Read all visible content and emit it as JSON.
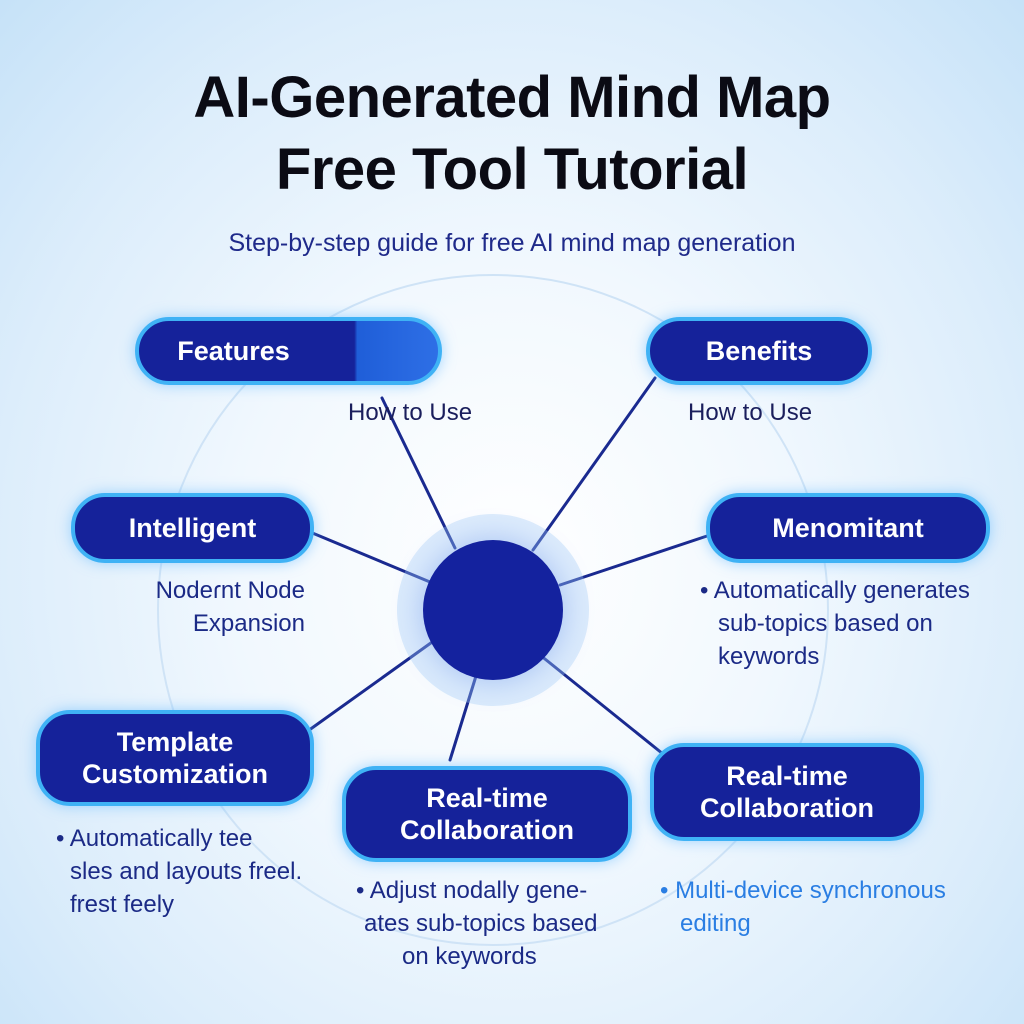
{
  "title": {
    "line1": "AI-Generated Mind Map",
    "line2": "Free Tool Tutorial"
  },
  "subtitle": "Step-by-step guide for free AI mind map generation",
  "colors": {
    "node_fill": "#15229a",
    "node_border": "#3fb2f5",
    "hub_fill": "#14229e",
    "link": "#1a2a90",
    "cyan_text": "#2a7ee3"
  },
  "nodes": {
    "features": {
      "lines": [
        "Features"
      ]
    },
    "benefits": {
      "lines": [
        "Benefits"
      ]
    },
    "intelligent": {
      "lines": [
        "Intelligent"
      ]
    },
    "menomitant": {
      "lines": [
        "Menomitant"
      ]
    },
    "template": {
      "lines": [
        "Template",
        "Customization"
      ]
    },
    "realtime_center": {
      "lines": [
        "Real-time",
        "Collaboration"
      ]
    },
    "realtime_right": {
      "lines": [
        "Real-time",
        "Collaboration"
      ]
    }
  },
  "labels": {
    "features_sub": "How to Use",
    "benefits_sub": "How to Use"
  },
  "descriptions": {
    "intelligent": [
      "Nodeɾnt Node",
      "Expansion"
    ],
    "menomitant": [
      "• Automatically generates",
      "sub-topics based on",
      "keywords"
    ],
    "template": [
      "• Automatically tee",
      "sles and layouts freel.",
      "frest feely"
    ],
    "realtime_center": [
      "• Adjust nodally gene-",
      "ates sub-topics based",
      "on keywords"
    ],
    "realtime_right": [
      "• Multi-device synchronous",
      "editing"
    ]
  }
}
